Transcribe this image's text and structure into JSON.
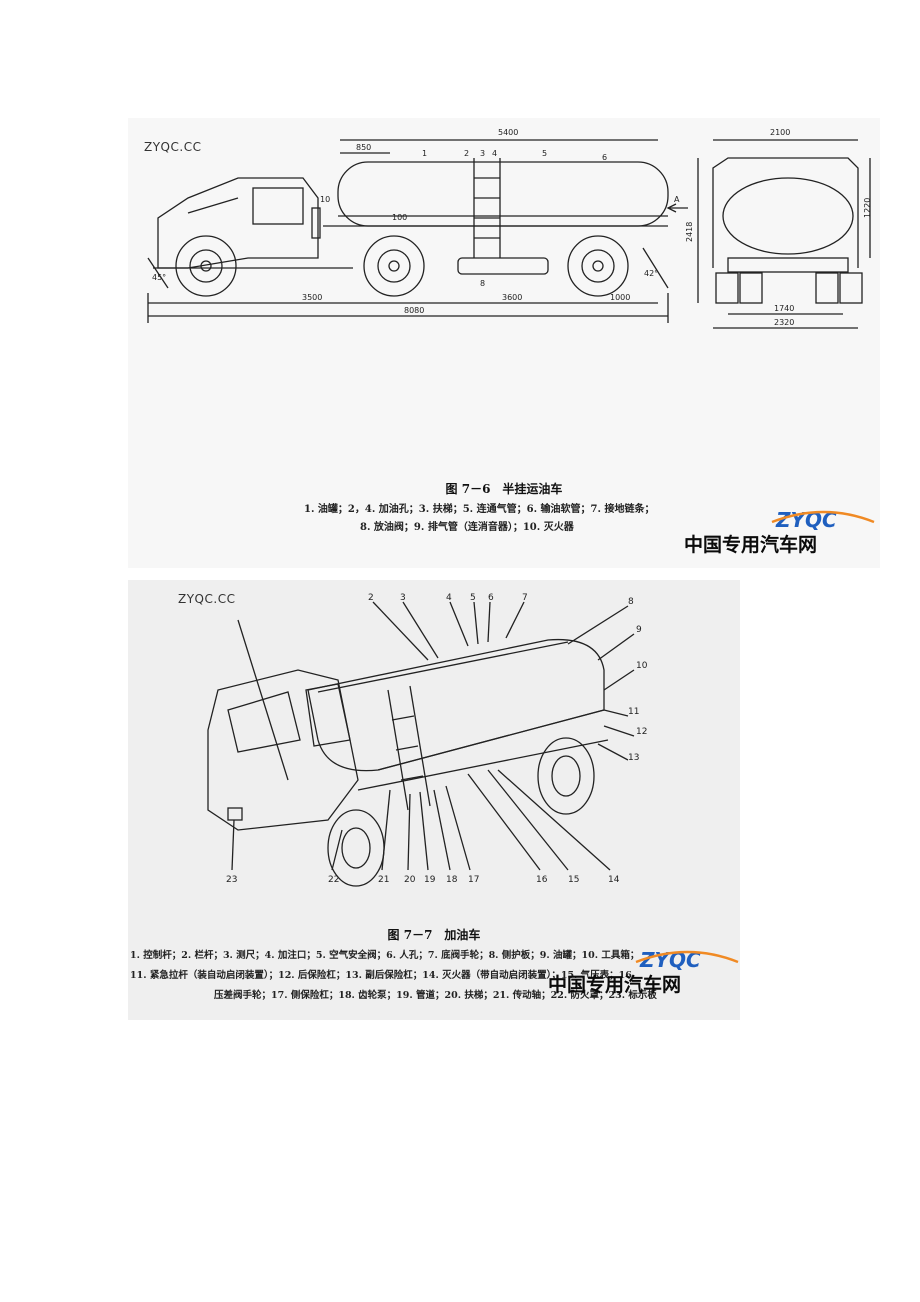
{
  "figure1": {
    "watermark": "ZYQC.CC",
    "caption": "图 7－6　半挂运油车",
    "legend_line1": "1. 油罐；2，4. 加油孔；3. 扶梯；5. 连通气管；6. 输油软管；7. 接地链条；",
    "legend_line2": "8. 放油阀；9. 排气管（连消音器）；10. 灭火器",
    "dims": {
      "d5400": "5400",
      "d850": "850",
      "d3500": "3500",
      "d3600": "3600",
      "d1000": "1000",
      "d8080": "8080",
      "d100": "100",
      "d2100": "2100",
      "d2418": "2418",
      "d1220": "1220",
      "d1740": "1740",
      "d2320": "2320",
      "a45": "45°",
      "a42": "42°",
      "arrowA": "A"
    },
    "callouts": [
      "1",
      "2",
      "3",
      "4",
      "5",
      "6",
      "8",
      "10"
    ]
  },
  "figure2": {
    "watermark": "ZYQC.CC",
    "caption": "图 7－7　加油车",
    "legend_line1": "1. 控制杆；2. 栏杆；3. 测尺；4. 加注口；5. 空气安全阀；6. 人孔；7. 底阀手轮；8. 侧护板；9. 油罐；10. 工具箱；",
    "legend_line2": "11. 紧急拉杆（装自动启闭装置）；12. 后保险杠；13. 副后保险杠；14. 灭火器（带自动启闭装置）；15. 气压表；16.",
    "legend_line3": "压差阀手轮；17. 侧保险杠；18. 齿轮泵；19. 管道；20. 扶梯；21. 传动轴；22. 防火罩；23. 标示板",
    "callouts": [
      "2",
      "3",
      "4",
      "5",
      "6",
      "7",
      "8",
      "9",
      "10",
      "11",
      "12",
      "13",
      "14",
      "15",
      "16",
      "17",
      "18",
      "19",
      "20",
      "21",
      "22",
      "23"
    ]
  },
  "logo": {
    "brand": "ZYQC",
    "site_name": "中国专用汽车网"
  },
  "colors": {
    "logo_blue": "#1f5fbf",
    "logo_orange": "#f08a24",
    "ink": "#111111"
  }
}
